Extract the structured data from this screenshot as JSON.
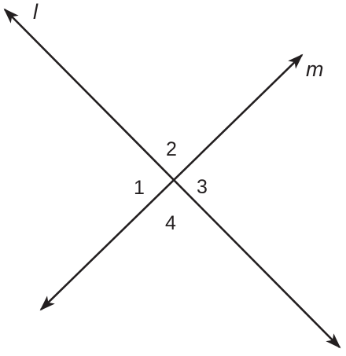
{
  "lines": [
    {
      "id": "l",
      "label": "l"
    },
    {
      "id": "m",
      "label": "m"
    }
  ],
  "angles": [
    {
      "id": "1",
      "label": "1"
    },
    {
      "id": "2",
      "label": "2"
    },
    {
      "id": "3",
      "label": "3"
    },
    {
      "id": "4",
      "label": "4"
    }
  ],
  "colors": {
    "stroke": "#231f20",
    "background": "#ffffff"
  }
}
